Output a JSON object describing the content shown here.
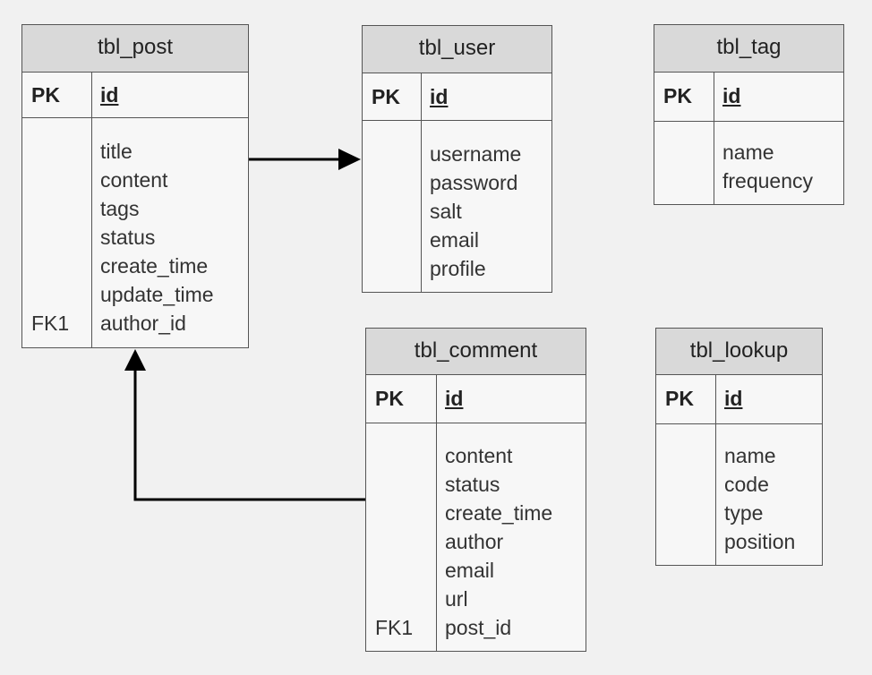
{
  "tables": {
    "post": {
      "title": "tbl_post",
      "pk_label": "PK",
      "pk_field": "id",
      "fields": [
        "title",
        "content",
        "tags",
        "status",
        "create_time",
        "update_time",
        "author_id"
      ],
      "fk_label": "FK1"
    },
    "user": {
      "title": "tbl_user",
      "pk_label": "PK",
      "pk_field": "id",
      "fields": [
        "username",
        "password",
        "salt",
        "email",
        "profile"
      ]
    },
    "tag": {
      "title": "tbl_tag",
      "pk_label": "PK",
      "pk_field": "id",
      "fields": [
        "name",
        "frequency"
      ]
    },
    "comment": {
      "title": "tbl_comment",
      "pk_label": "PK",
      "pk_field": "id",
      "fields": [
        "content",
        "status",
        "create_time",
        "author",
        "email",
        "url",
        "post_id"
      ],
      "fk_label": "FK1"
    },
    "lookup": {
      "title": "tbl_lookup",
      "pk_label": "PK",
      "pk_field": "id",
      "fields": [
        "name",
        "code",
        "type",
        "position"
      ]
    }
  },
  "relationships": [
    {
      "from": "tbl_post",
      "to": "tbl_user"
    },
    {
      "from": "tbl_comment",
      "to": "tbl_post"
    }
  ]
}
